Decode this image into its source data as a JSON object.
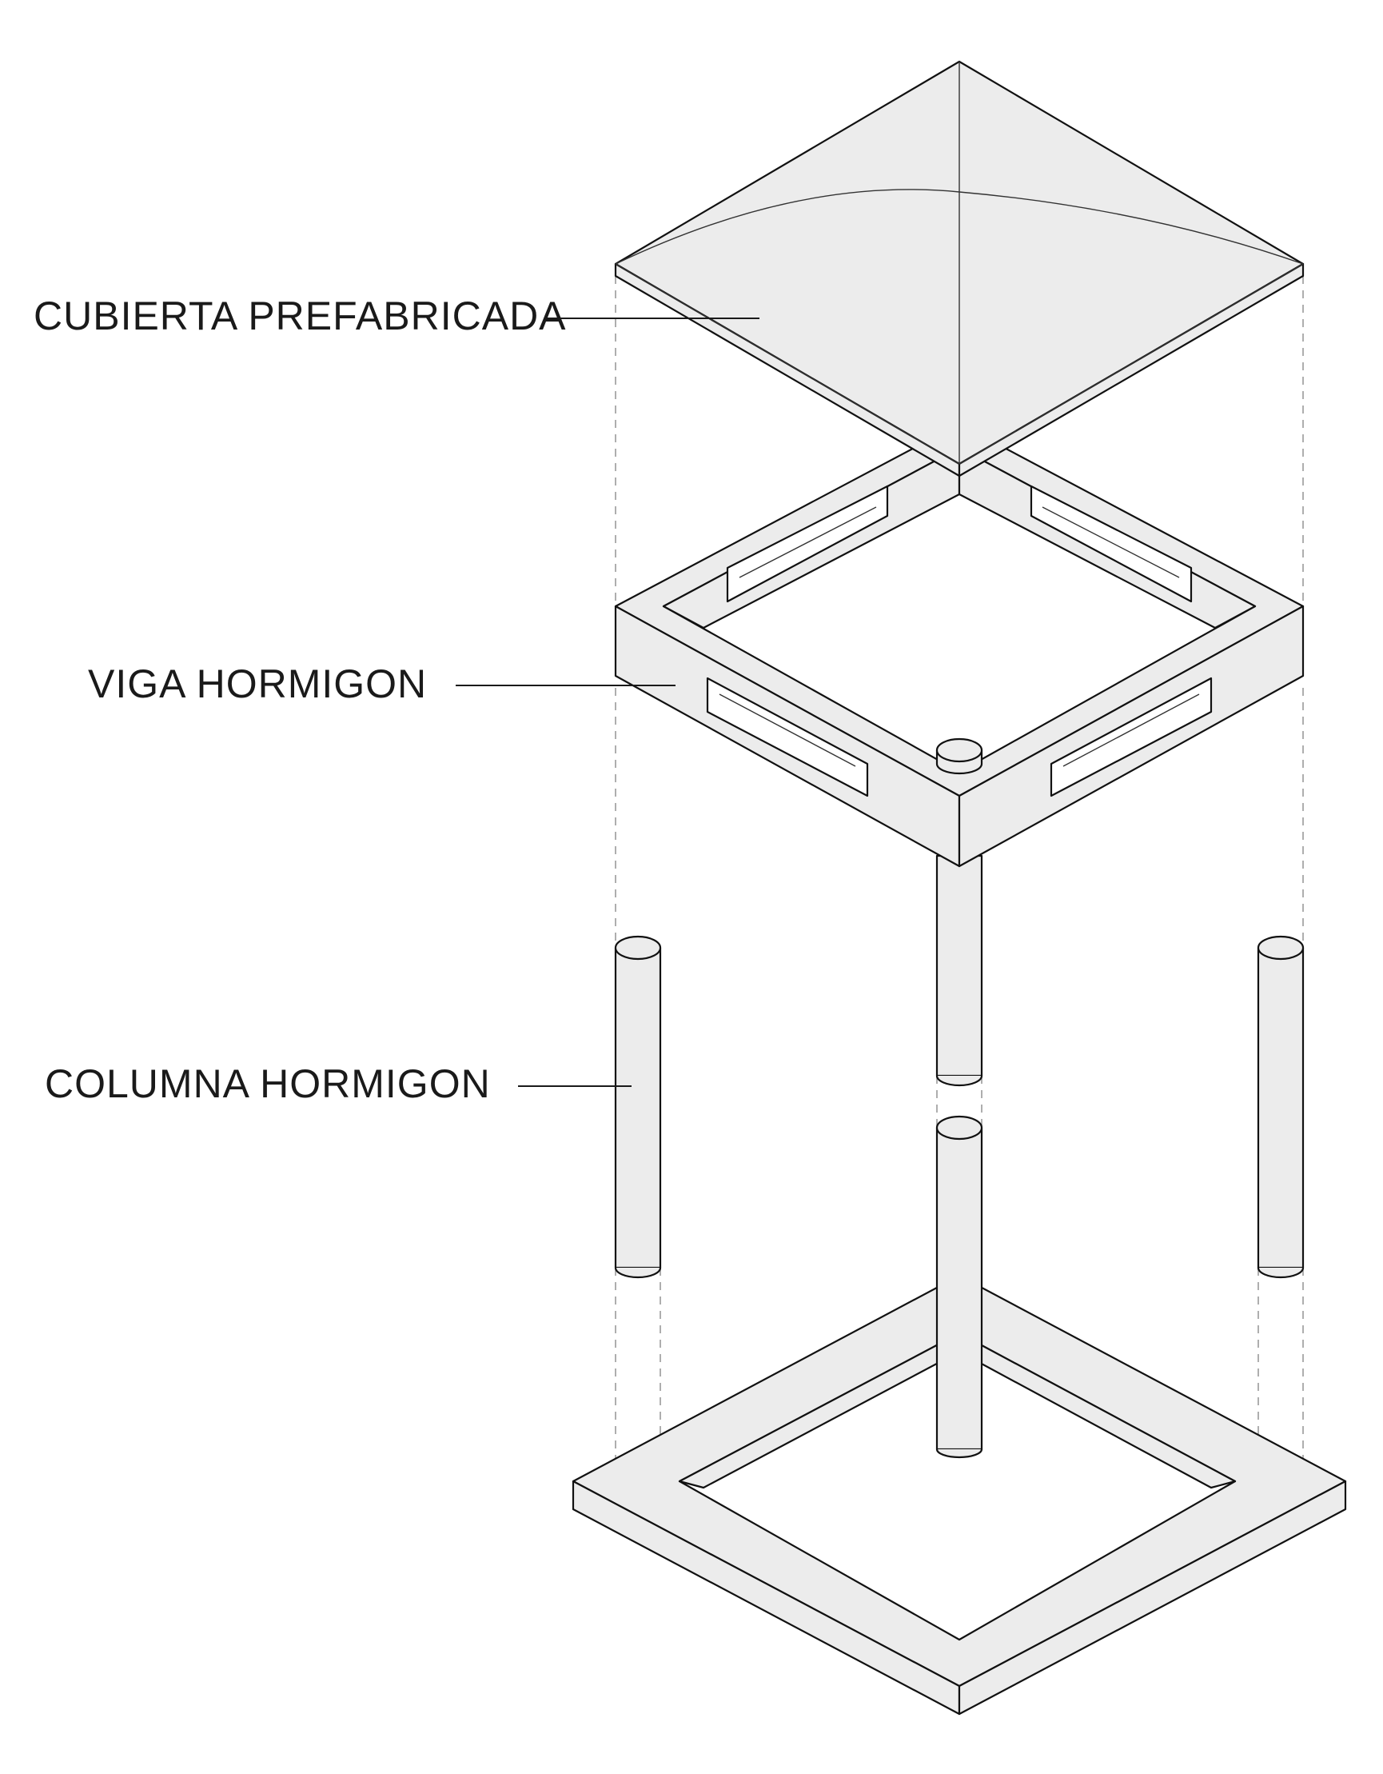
{
  "labels": {
    "roof": "CUBIERTA PREFABRICADA",
    "beam": "VIGA HORMIGON",
    "column": "COLUMNA HORMIGON"
  },
  "colors": {
    "line": "#111111",
    "fill": "#ececec",
    "dashed": "#9a9a9a",
    "background": "#ffffff"
  },
  "icons": {
    "roof": "pyramid-roof-slab",
    "beam": "square-ring-beam-with-slots",
    "columns": "cylinder-columns",
    "base": "square-ring-foundation"
  }
}
